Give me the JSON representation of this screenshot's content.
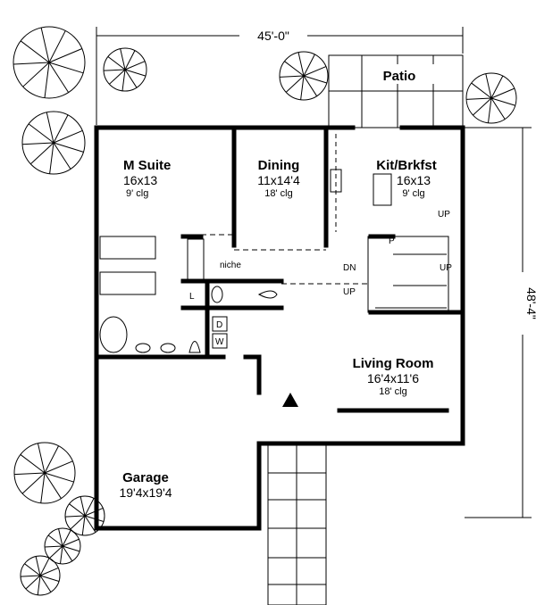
{
  "dimensions": {
    "width": "45'-0\"",
    "depth": "48'-4\""
  },
  "rooms": [
    {
      "id": "patio",
      "name": "Patio",
      "size": "",
      "ceiling": ""
    },
    {
      "id": "m-suite",
      "name": "M Suite",
      "size": "16x13",
      "ceiling": "9' clg"
    },
    {
      "id": "dining",
      "name": "Dining",
      "size": "11x14'4",
      "ceiling": "18' clg"
    },
    {
      "id": "kitchen",
      "name": "Kit/Brkfst",
      "size": "16x13",
      "ceiling": "9' clg"
    },
    {
      "id": "living",
      "name": "Living Room",
      "size": "16'4x11'6",
      "ceiling": "18' clg"
    },
    {
      "id": "garage",
      "name": "Garage",
      "size": "19'4x19'4",
      "ceiling": ""
    }
  ],
  "annotations": {
    "niche": "niche",
    "pantry": "P",
    "laundry": "L",
    "dryer": "D",
    "washer": "W",
    "stair_up_1": "UP",
    "stair_dn": "DN",
    "stair_up_2": "UP",
    "stair_up_3": "UP"
  },
  "colors": {
    "ink": "#000000",
    "paper": "#ffffff"
  }
}
